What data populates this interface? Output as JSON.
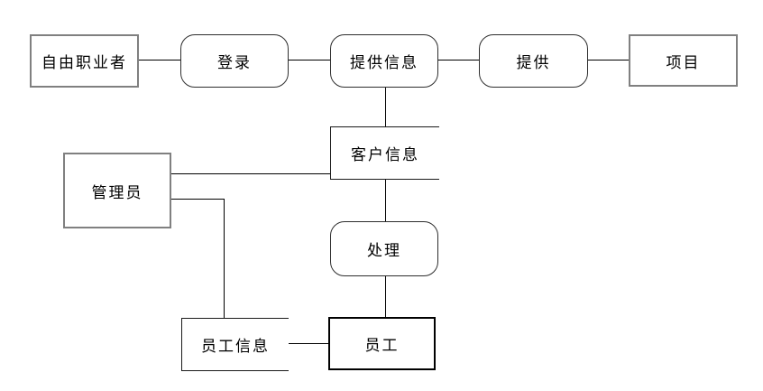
{
  "diagram": {
    "kind": "data-flow-diagram",
    "background": "#ffffff",
    "colors": {
      "entity_border": "#808080",
      "employee_border": "#000000",
      "process_border": "#2e2e2e",
      "connector": "#000000",
      "text": "#000000"
    },
    "nodes": {
      "freelancer": {
        "label": "自由职业者",
        "shape": "rectangle",
        "role": "external-entity"
      },
      "login": {
        "label": "登录",
        "shape": "rounded-rectangle",
        "role": "process"
      },
      "provide_info": {
        "label": "提供信息",
        "shape": "rounded-rectangle",
        "role": "process"
      },
      "provide": {
        "label": "提供",
        "shape": "rounded-rectangle",
        "role": "process"
      },
      "project": {
        "label": "项目",
        "shape": "rectangle",
        "role": "external-entity"
      },
      "customer_info": {
        "label": "客户信息",
        "shape": "open-rectangle",
        "role": "data-store"
      },
      "admin": {
        "label": "管理员",
        "shape": "rectangle",
        "role": "external-entity"
      },
      "handle": {
        "label": "处理",
        "shape": "rounded-rectangle",
        "role": "process"
      },
      "employee_info": {
        "label": "员工信息",
        "shape": "open-rectangle",
        "role": "data-store"
      },
      "employee": {
        "label": "员工",
        "shape": "rectangle",
        "role": "entity"
      }
    },
    "edges": [
      {
        "from": "自由职业者",
        "to": "登录"
      },
      {
        "from": "登录",
        "to": "提供信息"
      },
      {
        "from": "提供信息",
        "to": "提供"
      },
      {
        "from": "提供",
        "to": "项目"
      },
      {
        "from": "提供信息",
        "to": "客户信息"
      },
      {
        "from": "管理员",
        "to": "客户信息"
      },
      {
        "from": "客户信息",
        "to": "处理"
      },
      {
        "from": "管理员",
        "to": "员工信息"
      },
      {
        "from": "处理",
        "to": "员工"
      },
      {
        "from": "员工信息",
        "to": "员工"
      }
    ]
  }
}
